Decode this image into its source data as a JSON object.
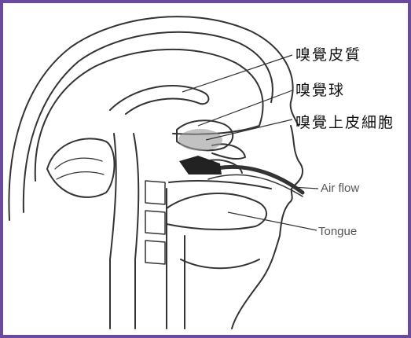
{
  "labels": {
    "olfactory_cortex": "嗅覺皮質",
    "olfactory_bulb": "嗅覺球",
    "olfactory_epithelium": "嗅覺上皮細胞",
    "air_flow": "Air flow",
    "tongue": "Tongue"
  },
  "colors": {
    "frame": "#6a4a9c",
    "line": "#333333",
    "shade": "#9a9a9a"
  }
}
